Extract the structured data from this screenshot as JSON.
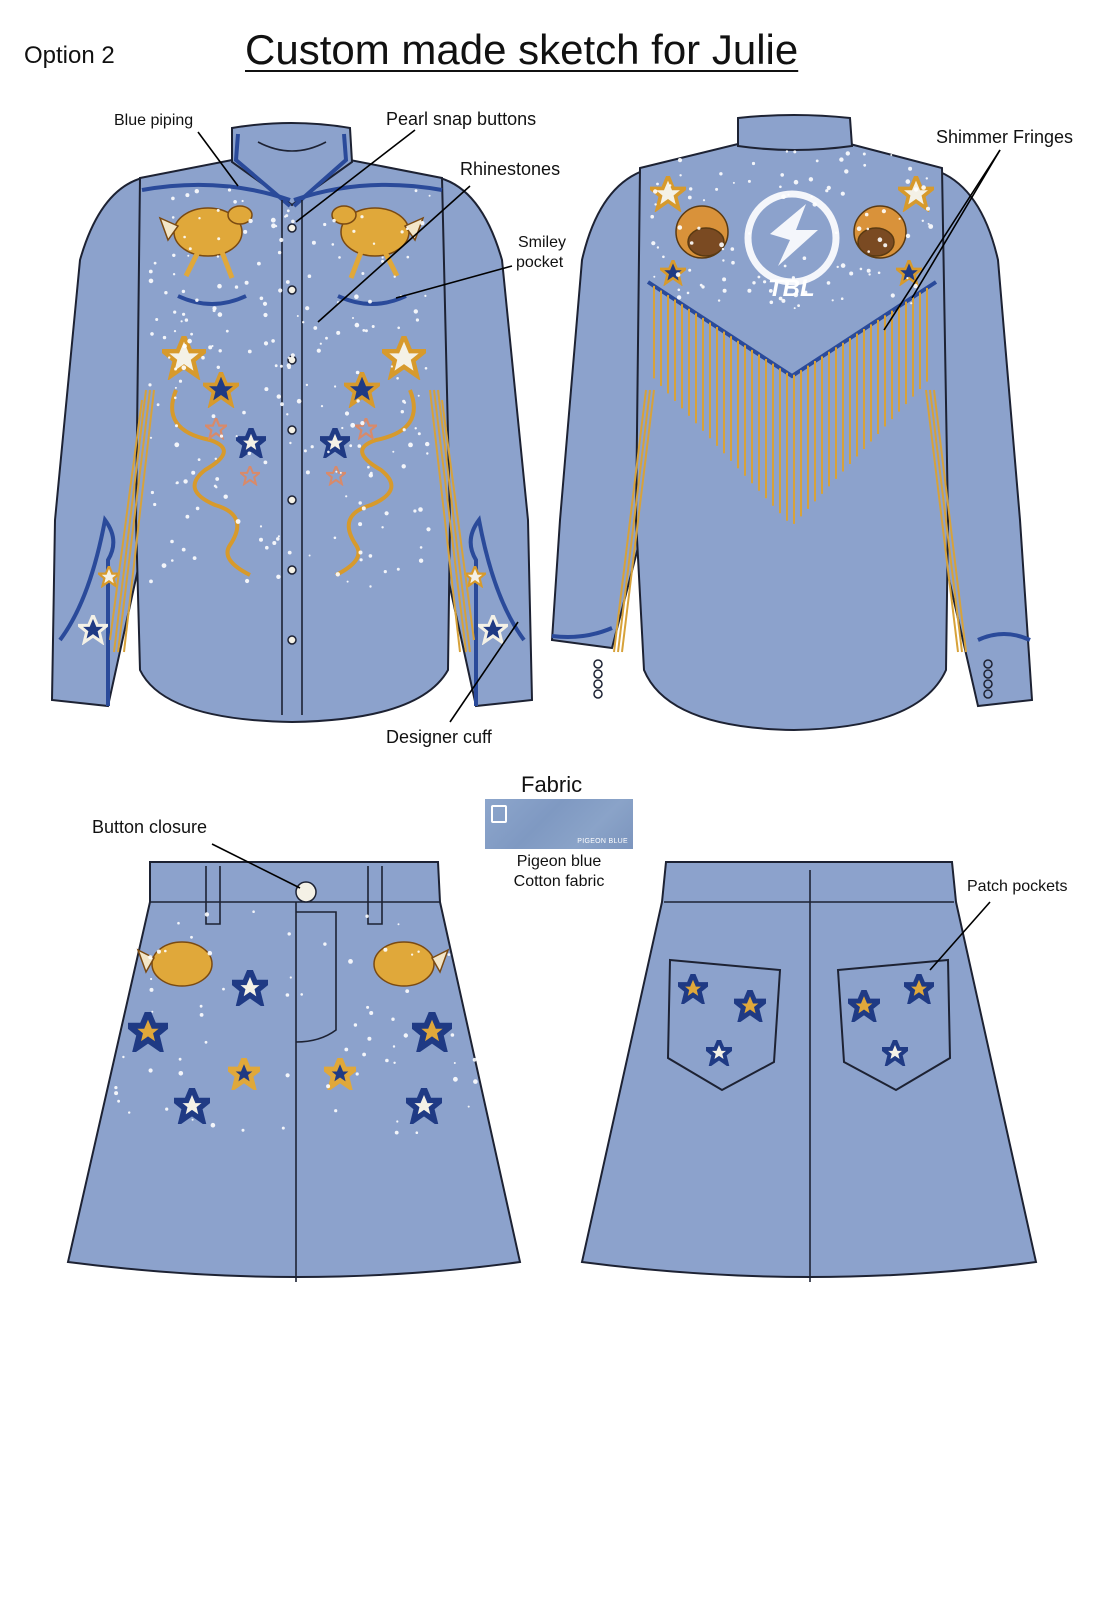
{
  "header": {
    "option": "Option 2",
    "title": "Custom made sketch for Julie"
  },
  "labels": {
    "blue_piping": "Blue piping",
    "pearl_snap_buttons": "Pearl snap buttons",
    "rhinestones": "Rhinestones",
    "smiley_pocket_1": "Smiley",
    "smiley_pocket_2": "pocket",
    "shimmer_fringes": "Shimmer Fringes",
    "designer_cuff": "Designer cuff",
    "button_closure": "Button closure",
    "patch_pockets": "Patch pockets"
  },
  "back_emblem": {
    "text": "TBL"
  },
  "fabric": {
    "title": "Fabric",
    "swatch_text": "PIGEON BLUE",
    "name_line1": "Pigeon blue",
    "name_line2": "Cotton fabric"
  },
  "colors": {
    "fabric": "#8ca2cc",
    "piping": "#2a4a9a",
    "gold": "#e0a83a",
    "navy_star": "#1f3a84",
    "white_star": "#f4f1e6"
  }
}
